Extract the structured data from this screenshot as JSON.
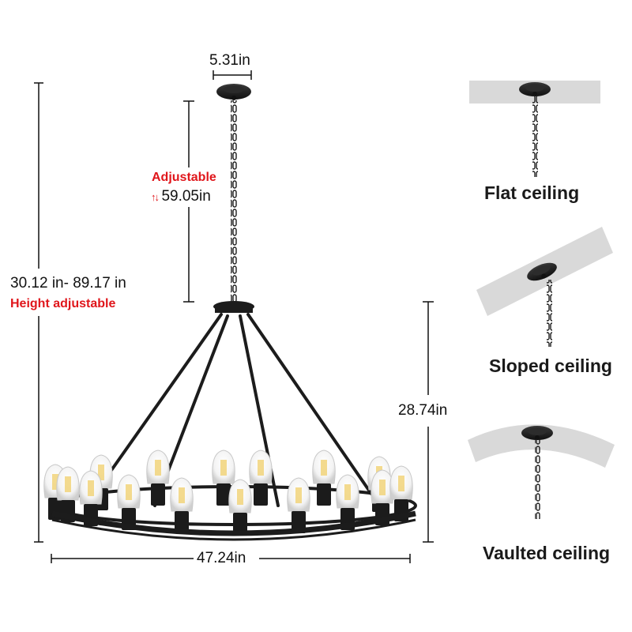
{
  "dimensions": {
    "canopy_width": "5.31in",
    "chain_adjustable_label": "Adjustable",
    "chain_adjustable_icon": "up-down-arrows-icon",
    "chain_length": "59.05in",
    "overall_height_range": "30.12 in- 89.17 in",
    "overall_height_note": "Height adjustable",
    "fixture_height": "28.74in",
    "fixture_diameter": "47.24in"
  },
  "ceiling_types": [
    {
      "label": "Flat ceiling",
      "shape": "flat"
    },
    {
      "label": "Sloped ceiling",
      "shape": "sloped"
    },
    {
      "label": "Vaulted ceiling",
      "shape": "vaulted"
    }
  ],
  "colors": {
    "accent_red": "#e0161b",
    "metal": "#1c1c1c",
    "ceiling_gray": "#d9d9d9",
    "text": "#111111"
  }
}
